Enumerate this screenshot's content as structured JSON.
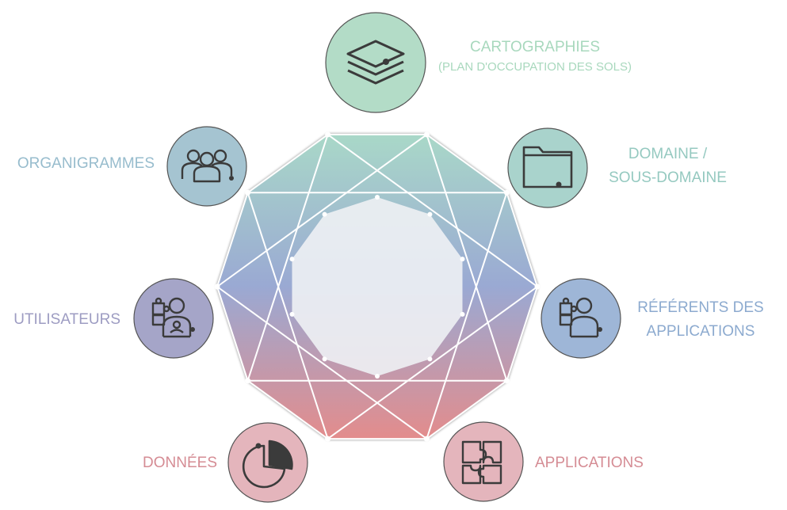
{
  "items": [
    {
      "key": "cartographies",
      "label": "CARTOGRAPHIES",
      "sublabel": "(PLAN D'OCCUPATION DES SOLS)",
      "color": "#b3dcc7",
      "text_color": "#a8d8bd",
      "icon": "layers-icon"
    },
    {
      "key": "domaine",
      "label_line1": "DOMAINE /",
      "label_line2": "SOUS-DOMAINE",
      "color": "#a9d3cc",
      "text_color": "#95c9c0",
      "icon": "folder-icon"
    },
    {
      "key": "referents",
      "label_line1": "RÉFÉRENTS DES",
      "label_line2": "APPLICATIONS",
      "color": "#9eb6d7",
      "text_color": "#8caacf",
      "icon": "user-puzzle-icon"
    },
    {
      "key": "applications",
      "label": "APPLICATIONS",
      "color": "#e4b5bc",
      "text_color": "#d58c94",
      "icon": "puzzle-icon"
    },
    {
      "key": "donnees",
      "label": "DONNÉES",
      "color": "#e4b5bc",
      "text_color": "#d58c94",
      "icon": "pie-chart-icon"
    },
    {
      "key": "utilisateurs",
      "label": "UTILISATEURS",
      "color": "#a5a5c8",
      "text_color": "#9d9cc2",
      "icon": "user-puzzle-badge-icon"
    },
    {
      "key": "organigrammes",
      "label": "ORGANIGRAMMES",
      "color": "#a5c4d1",
      "text_color": "#97bccd",
      "icon": "people-group-icon"
    }
  ],
  "colors": {
    "gradient_top": "#a9d8c8",
    "gradient_mid": "#9aa9d3",
    "gradient_bottom": "#e38c8c",
    "inner": "#eef1f4",
    "lines": "#ffffff",
    "icon_stroke": "#3b3b3b"
  }
}
